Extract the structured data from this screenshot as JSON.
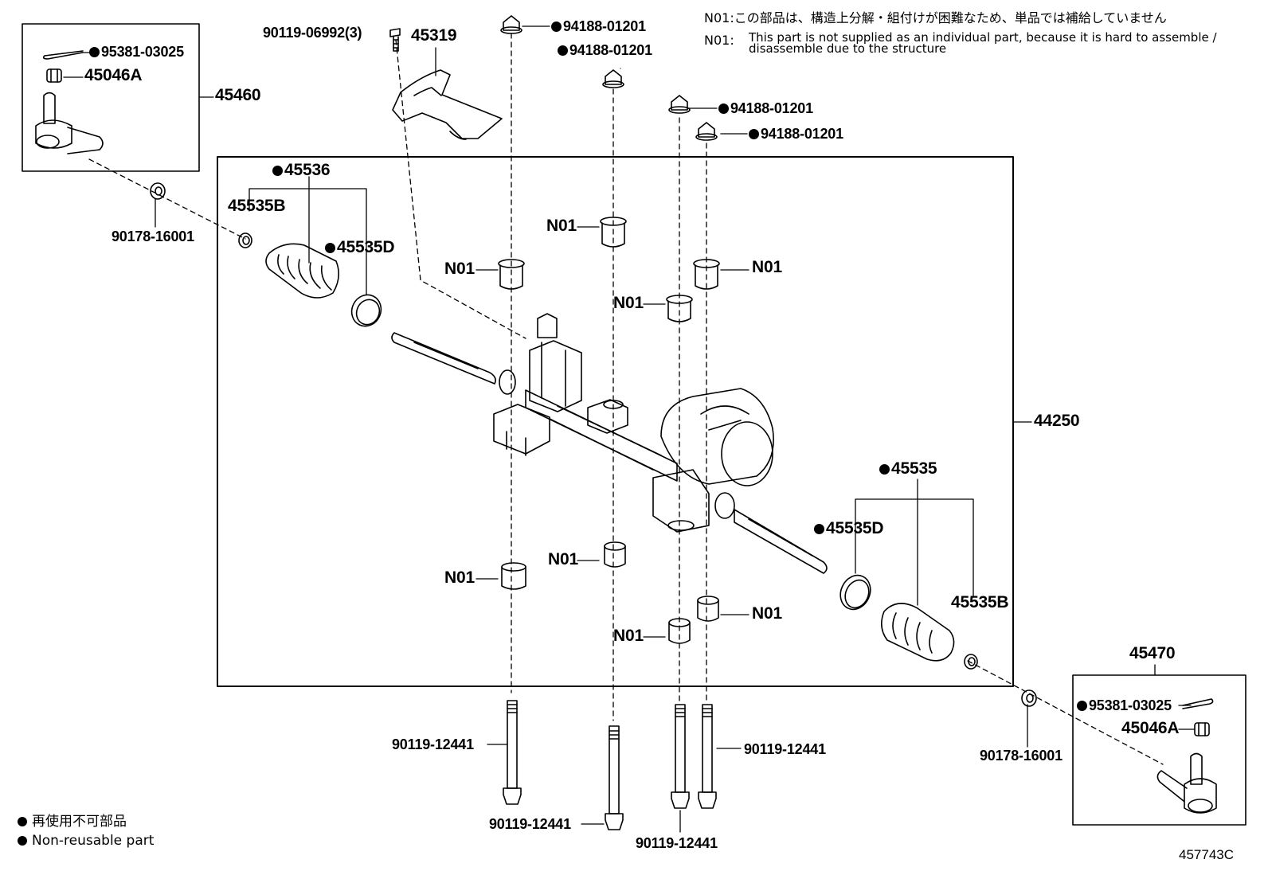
{
  "notes": {
    "jp": "N01:この部品は、構造上分解・組付けが困難なため、単品では補給していません",
    "en_code": "N01:",
    "en_line1": "This part is not supplied as an individual part, because it is hard to assemble /",
    "en_line2": "disassemble due to the structure"
  },
  "legend": {
    "jp": "再使用不可部品",
    "en": "Non-reusable part"
  },
  "figure_number": "457743C",
  "parts": [
    {
      "id": "lbl-95381-left",
      "text": "95381-03025",
      "dot": true
    },
    {
      "id": "lbl-45046a-left",
      "text": "45046A",
      "dot": false
    },
    {
      "id": "lbl-45460",
      "text": "45460",
      "dot": false
    },
    {
      "id": "lbl-90119-06992",
      "text": "90119-06992(3)",
      "dot": false
    },
    {
      "id": "lbl-45319",
      "text": "45319",
      "dot": false
    },
    {
      "id": "lbl-94188-a",
      "text": "94188-01201",
      "dot": true
    },
    {
      "id": "lbl-94188-b",
      "text": "94188-01201",
      "dot": true
    },
    {
      "id": "lbl-94188-c",
      "text": "94188-01201",
      "dot": true
    },
    {
      "id": "lbl-94188-d",
      "text": "94188-01201",
      "dot": true
    },
    {
      "id": "lbl-45536",
      "text": "45536",
      "dot": true
    },
    {
      "id": "lbl-45535b-left",
      "text": "45535B",
      "dot": false
    },
    {
      "id": "lbl-45535d-left",
      "text": "45535D",
      "dot": true
    },
    {
      "id": "lbl-90178-left",
      "text": "90178-16001",
      "dot": false
    },
    {
      "id": "lbl-n01-1",
      "text": "N01",
      "dot": false
    },
    {
      "id": "lbl-n01-2",
      "text": "N01",
      "dot": false
    },
    {
      "id": "lbl-n01-3",
      "text": "N01",
      "dot": false
    },
    {
      "id": "lbl-n01-4",
      "text": "N01",
      "dot": false
    },
    {
      "id": "lbl-44250",
      "text": "44250",
      "dot": false
    },
    {
      "id": "lbl-45535",
      "text": "45535",
      "dot": true
    },
    {
      "id": "lbl-45535d-right",
      "text": "45535D",
      "dot": true
    },
    {
      "id": "lbl-45535b-right",
      "text": "45535B",
      "dot": false
    },
    {
      "id": "lbl-n01-5",
      "text": "N01",
      "dot": false
    },
    {
      "id": "lbl-n01-6",
      "text": "N01",
      "dot": false
    },
    {
      "id": "lbl-n01-7",
      "text": "N01",
      "dot": false
    },
    {
      "id": "lbl-n01-8",
      "text": "N01",
      "dot": false
    },
    {
      "id": "lbl-45470",
      "text": "45470",
      "dot": false
    },
    {
      "id": "lbl-95381-right",
      "text": "95381-03025",
      "dot": true
    },
    {
      "id": "lbl-45046a-right",
      "text": "45046A",
      "dot": false
    },
    {
      "id": "lbl-90178-right",
      "text": "90178-16001",
      "dot": false
    },
    {
      "id": "lbl-90119-12441-a",
      "text": "90119-12441",
      "dot": false
    },
    {
      "id": "lbl-90119-12441-b",
      "text": "90119-12441",
      "dot": false
    },
    {
      "id": "lbl-90119-12441-c",
      "text": "90119-12441",
      "dot": false
    },
    {
      "id": "lbl-90119-12441-d",
      "text": "90119-12441",
      "dot": false
    }
  ]
}
